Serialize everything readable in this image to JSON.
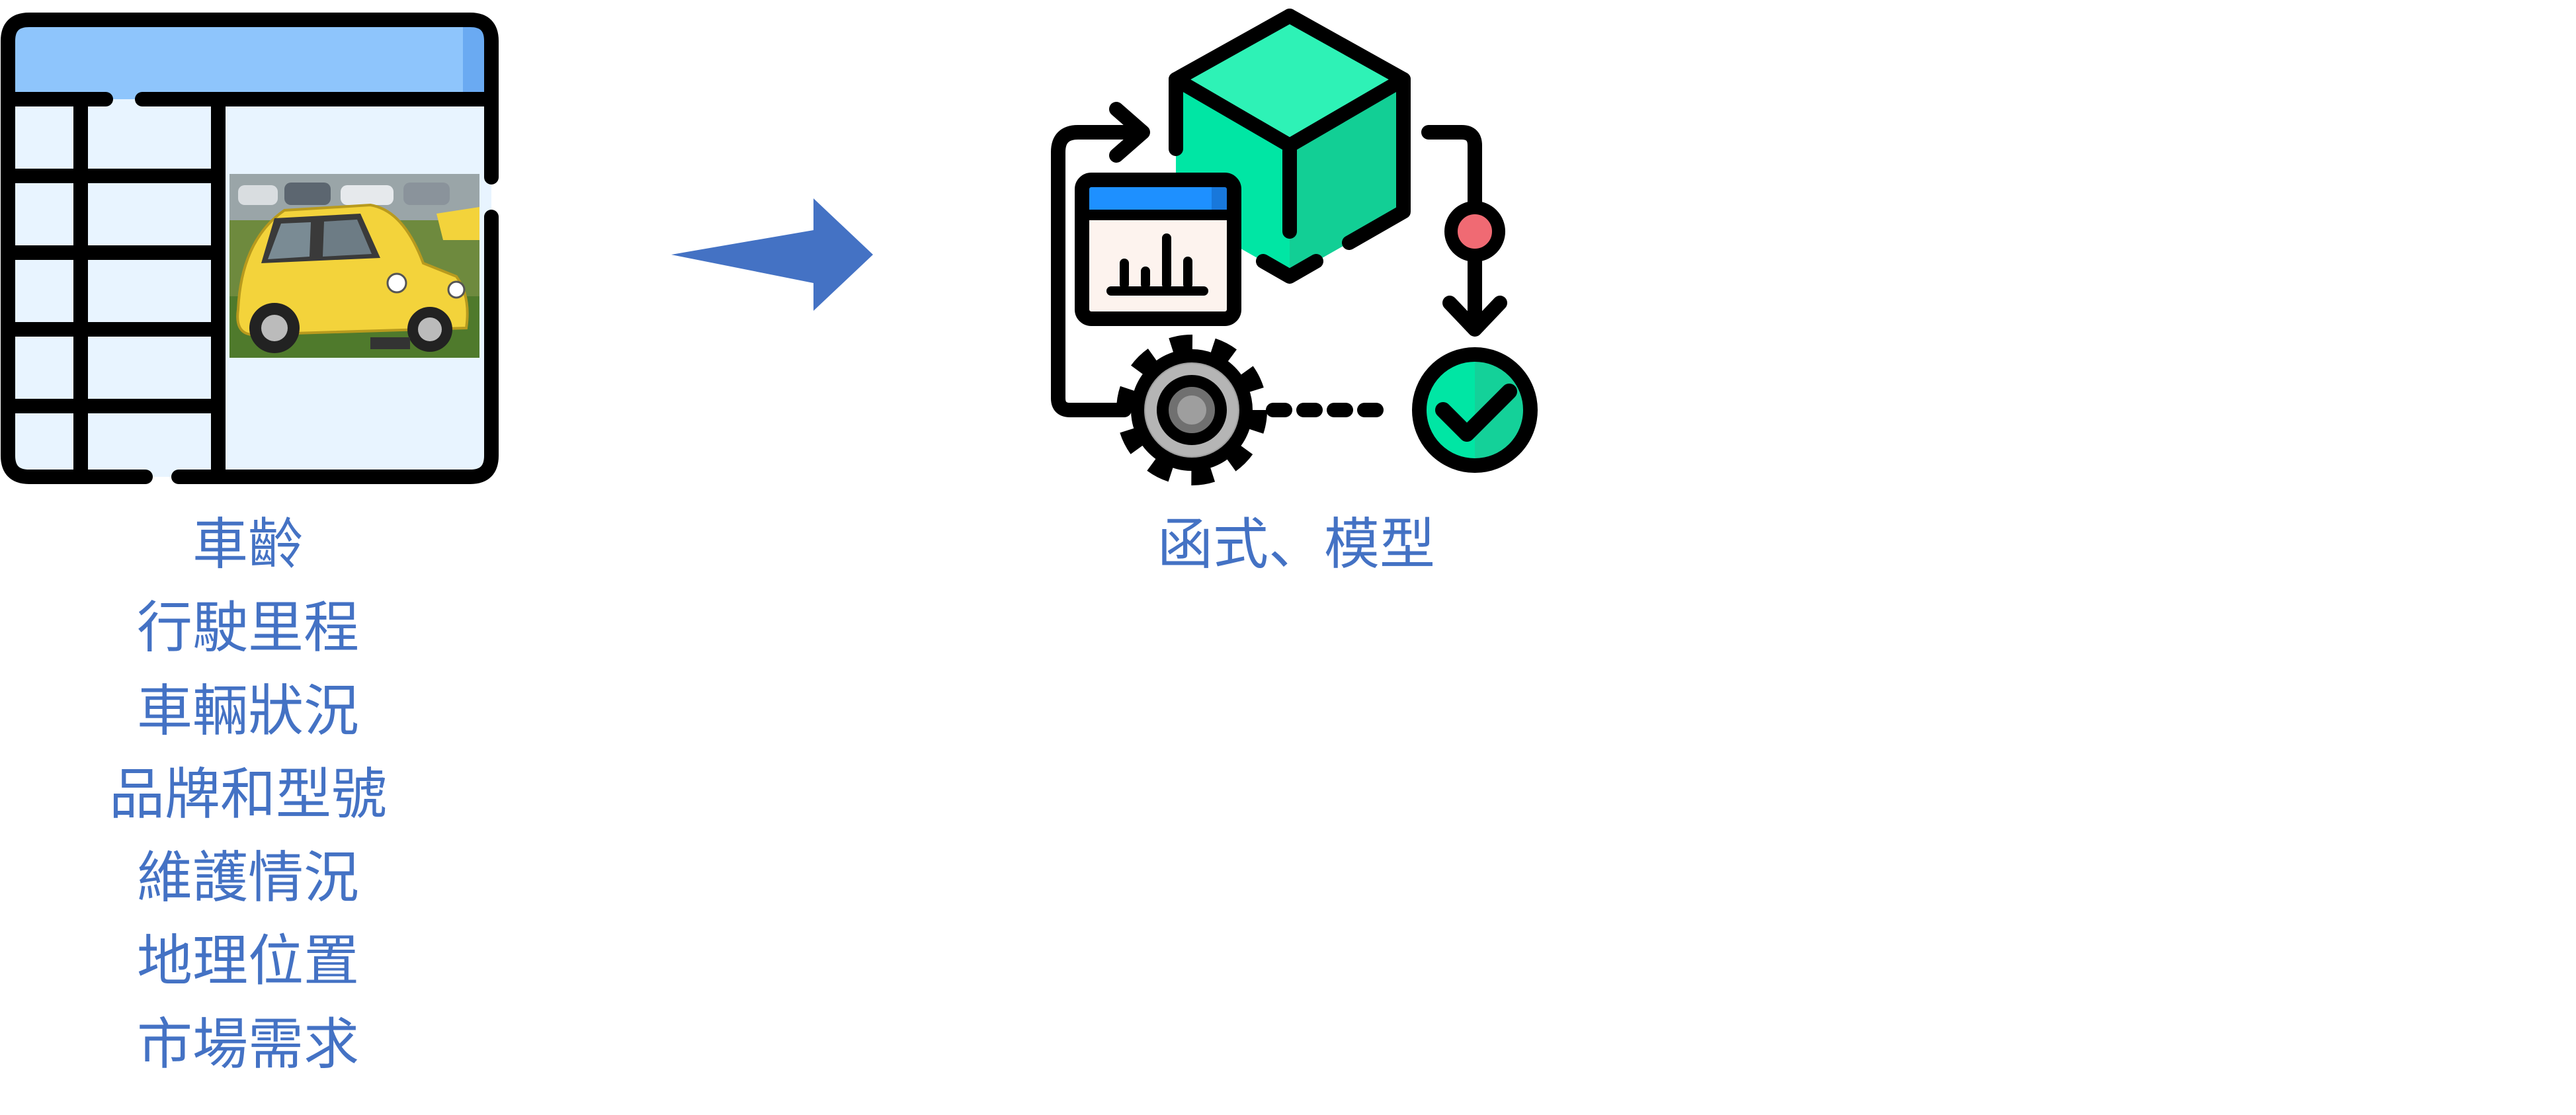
{
  "features": [
    "車齡",
    "行駛里程",
    "車輛狀況",
    "品牌和型號",
    "維護情況",
    "地理位置",
    "市場需求"
  ],
  "model_label": "函式、模型",
  "icons": {
    "input": "spreadsheet-with-car-photo-icon",
    "flow": "right-arrow-icon",
    "model": "cube-gear-chart-checkmark-icon"
  },
  "colors": {
    "label_text": "#4472c4",
    "arrow": "#4472c4",
    "table_header": "#8ec5fc",
    "table_body": "#e8f4ff",
    "cube": "#00e6a4",
    "check": "#00e6a4",
    "chart_header": "#1e90ff",
    "gear": "#9e9e9e",
    "node_dot": "#f06a73",
    "car": "#f3d33b",
    "outline": "#000000"
  }
}
